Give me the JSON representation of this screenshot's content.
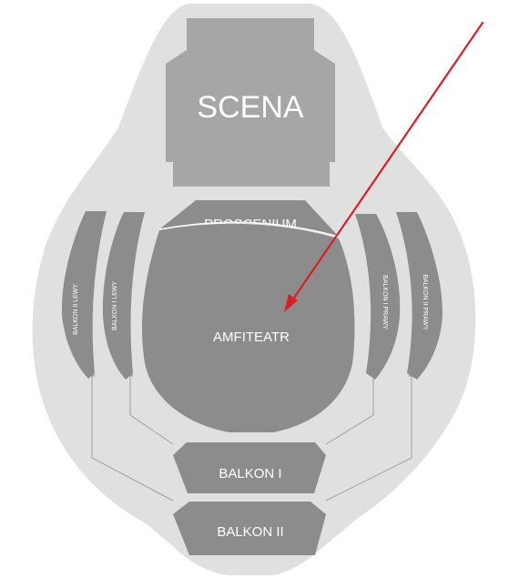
{
  "seating_map": {
    "stage": {
      "label": "SCENA"
    },
    "sections": {
      "proscenium": "PROSCENIUM",
      "amfiteatr": "AMFITEATR",
      "balkon_1": "BALKON I",
      "balkon_2": "BALKON II",
      "balkon_2_lewy": "BALKON II LEWY",
      "balkon_1_lewy": "BALKON I LEWY",
      "balkon_1_prawy": "BALKON I PRAWY",
      "balkon_2_prawy": "BALKON II PRAWY"
    }
  },
  "colors": {
    "venue_background": "#e0e0e0",
    "stage": "#a6a6a6",
    "seat_section": "#8c8c8c",
    "connector": "#a0a0a0",
    "annotation_arrow": "#d81f26"
  }
}
